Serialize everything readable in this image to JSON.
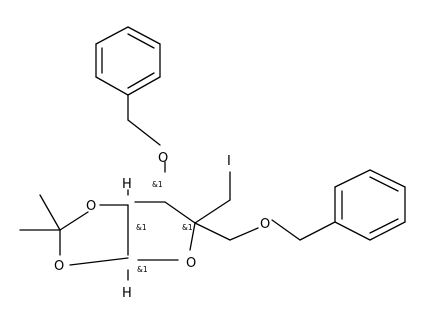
{
  "molecule": {
    "atoms": {
      "o_benzyloxy_top": "O",
      "iodine": "I",
      "o_dioxolane_top": "O",
      "o_dioxolane_bottom": "O",
      "o_ring": "O",
      "o_side_chain": "O",
      "h_top": "H",
      "h_bottom": "H"
    },
    "stereo_labels": {
      "c3a": "&1",
      "c4": "&1",
      "c5": "&1",
      "c6a": "&1"
    }
  }
}
